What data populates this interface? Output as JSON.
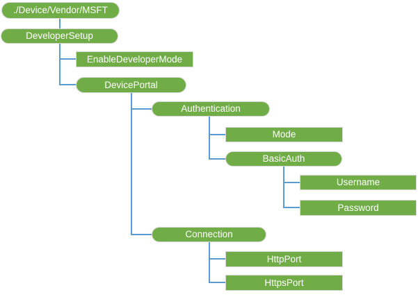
{
  "diagram": {
    "type": "tree",
    "root_path": "./Device/Vendor/MSFT",
    "colors": {
      "node_fill": "#70ad47",
      "node_border": "#d8d8d8",
      "node_text": "#ffffff",
      "connector": "#5b9bd5",
      "background": "#ffffff"
    },
    "nodes": {
      "root": {
        "label": "./Device/Vendor/MSFT",
        "shape": "pill"
      },
      "devsetup": {
        "label": "DeveloperSetup",
        "shape": "pill"
      },
      "enabledev": {
        "label": "EnableDeveloperMode",
        "shape": "rect"
      },
      "devportal": {
        "label": "DevicePortal",
        "shape": "pill"
      },
      "auth": {
        "label": "Authentication",
        "shape": "pill"
      },
      "mode": {
        "label": "Mode",
        "shape": "rect"
      },
      "basicauth": {
        "label": "BasicAuth",
        "shape": "pill"
      },
      "username": {
        "label": "Username",
        "shape": "rect"
      },
      "password": {
        "label": "Password",
        "shape": "rect"
      },
      "connection": {
        "label": "Connection",
        "shape": "pill"
      },
      "httpport": {
        "label": "HttpPort",
        "shape": "rect"
      },
      "httpsport": {
        "label": "HttpsPort",
        "shape": "rect"
      }
    },
    "edges": [
      [
        "./Device/Vendor/MSFT",
        "DeveloperSetup"
      ],
      [
        "DeveloperSetup",
        "EnableDeveloperMode"
      ],
      [
        "DeveloperSetup",
        "DevicePortal"
      ],
      [
        "DevicePortal",
        "Authentication"
      ],
      [
        "DevicePortal",
        "Connection"
      ],
      [
        "Authentication",
        "Mode"
      ],
      [
        "Authentication",
        "BasicAuth"
      ],
      [
        "BasicAuth",
        "Username"
      ],
      [
        "BasicAuth",
        "Password"
      ],
      [
        "Connection",
        "HttpPort"
      ],
      [
        "Connection",
        "HttpsPort"
      ]
    ]
  }
}
